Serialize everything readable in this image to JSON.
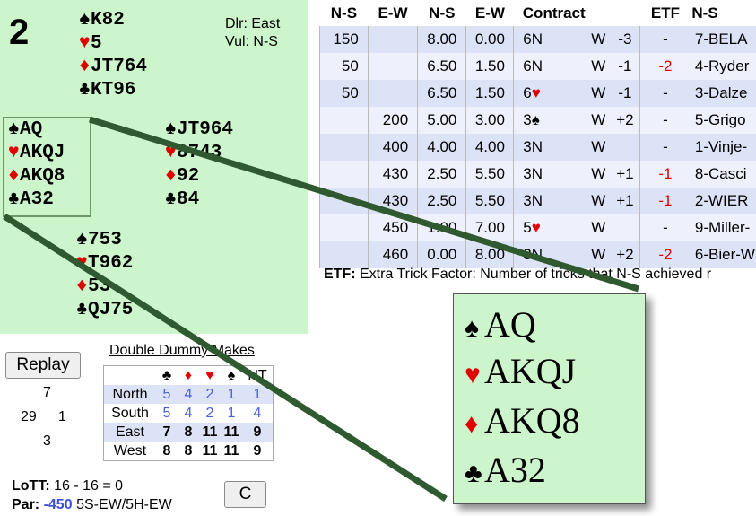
{
  "board": {
    "number": "2",
    "dealer": "Dlr: East",
    "vul": "Vul: N-S"
  },
  "hands": {
    "north": [
      {
        "suit": "♠",
        "cards": "K82"
      },
      {
        "suit": "♥",
        "cards": "5"
      },
      {
        "suit": "♦",
        "cards": "JT764"
      },
      {
        "suit": "♣",
        "cards": "KT96"
      }
    ],
    "west": [
      {
        "suit": "♠",
        "cards": "AQ"
      },
      {
        "suit": "♥",
        "cards": "AKQJ"
      },
      {
        "suit": "♦",
        "cards": "AKQ8"
      },
      {
        "suit": "♣",
        "cards": "A32"
      }
    ],
    "east": [
      {
        "suit": "♠",
        "cards": "JT964"
      },
      {
        "suit": "♥",
        "cards": "8743"
      },
      {
        "suit": "♦",
        "cards": "92"
      },
      {
        "suit": "♣",
        "cards": "84"
      }
    ],
    "south": [
      {
        "suit": "♠",
        "cards": "753"
      },
      {
        "suit": "♥",
        "cards": "T962"
      },
      {
        "suit": "♦",
        "cards": "53"
      },
      {
        "suit": "♣",
        "cards": "QJ75"
      }
    ]
  },
  "controls": {
    "replay_label": "Replay",
    "c_label": "C"
  },
  "hcp": {
    "north": "7",
    "west": "29",
    "east": "1",
    "south": "3"
  },
  "double_dummy": {
    "title": "Double Dummy Makes",
    "headers": [
      "♣",
      "♦",
      "♥",
      "♠",
      "NT"
    ],
    "rows": [
      {
        "seat": "North",
        "values": [
          "5",
          "4",
          "2",
          "1",
          "1"
        ]
      },
      {
        "seat": "South",
        "values": [
          "5",
          "4",
          "2",
          "1",
          "4"
        ]
      },
      {
        "seat": "East",
        "values": [
          "7",
          "8",
          "11",
          "11",
          "9"
        ]
      },
      {
        "seat": "West",
        "values": [
          "8",
          "8",
          "11",
          "11",
          "9"
        ]
      }
    ]
  },
  "lott": {
    "label": "LoTT:",
    "text": "16 - 16 = 0"
  },
  "par": {
    "label": "Par:",
    "score": "-450",
    "text": "5S-EW/5H-EW"
  },
  "results": {
    "headers": [
      "N-S",
      "E-W",
      "N-S",
      "E-W",
      "Contract",
      "",
      "",
      "ETF",
      "N-S"
    ],
    "rows": [
      {
        "ns": "150",
        "ew": "",
        "mp_ns": "8.00",
        "mp_ew": "0.00",
        "level": "6",
        "strain": "N",
        "decl": "W",
        "result": "-3",
        "etf": "-",
        "pair": "7-BELA"
      },
      {
        "ns": "50",
        "ew": "",
        "mp_ns": "6.50",
        "mp_ew": "1.50",
        "level": "6",
        "strain": "N",
        "decl": "W",
        "result": "-1",
        "etf": "-2",
        "pair": "4-Ryder"
      },
      {
        "ns": "50",
        "ew": "",
        "mp_ns": "6.50",
        "mp_ew": "1.50",
        "level": "6",
        "strain": "♥",
        "decl": "W",
        "result": "-1",
        "etf": "-",
        "pair": "3-Dalze"
      },
      {
        "ns": "",
        "ew": "200",
        "mp_ns": "5.00",
        "mp_ew": "3.00",
        "level": "3",
        "strain": "♠",
        "decl": "W",
        "result": "+2",
        "etf": "-",
        "pair": "5-Grigo"
      },
      {
        "ns": "",
        "ew": "400",
        "mp_ns": "4.00",
        "mp_ew": "4.00",
        "level": "3",
        "strain": "N",
        "decl": "W",
        "result": "",
        "etf": "-",
        "pair": "1-Vinje-"
      },
      {
        "ns": "",
        "ew": "430",
        "mp_ns": "2.50",
        "mp_ew": "5.50",
        "level": "3",
        "strain": "N",
        "decl": "W",
        "result": "+1",
        "etf": "-1",
        "pair": "8-Casci"
      },
      {
        "ns": "",
        "ew": "430",
        "mp_ns": "2.50",
        "mp_ew": "5.50",
        "level": "3",
        "strain": "N",
        "decl": "W",
        "result": "+1",
        "etf": "-1",
        "pair": "2-WIER"
      },
      {
        "ns": "",
        "ew": "450",
        "mp_ns": "1.00",
        "mp_ew": "7.00",
        "level": "5",
        "strain": "♥",
        "decl": "W",
        "result": "",
        "etf": "-",
        "pair": "9-Miller-"
      },
      {
        "ns": "",
        "ew": "460",
        "mp_ns": "0.00",
        "mp_ew": "8.00",
        "level": "3",
        "strain": "N",
        "decl": "W",
        "result": "+2",
        "etf": "-2",
        "pair": "6-Bier-W"
      }
    ]
  },
  "etf_note": {
    "label": "ETF:",
    "text": "Extra Trick Factor: Number of tricks that N-S achieved r"
  },
  "colors": {
    "deal_bg": "#ccf5cc",
    "red_suit": "#e00000",
    "dd_blue": "#4a5fd6",
    "par_blue": "#3d4fd6",
    "row_shade": "#dde3f7"
  }
}
